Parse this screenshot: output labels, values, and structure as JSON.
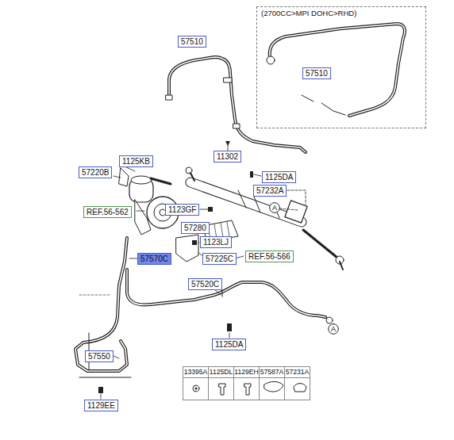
{
  "diagram": {
    "nodes": [
      {
        "text": [
          "(2700CC>MPI DOHC>RHD)"
        ]
      },
      {
        "text": [
          "57510"
        ]
      },
      {
        "text": [
          "57510"
        ],
        "in": 0
      },
      {
        "text": [
          "11302"
        ]
      },
      {
        "text": [
          "1125KB"
        ]
      },
      {
        "text": [
          "57220B"
        ]
      },
      {
        "text": [
          "1125DA"
        ]
      },
      {
        "text": [
          "57232A"
        ]
      },
      {
        "text": [
          "A"
        ]
      },
      {
        "text": [
          "REF.56-562"
        ]
      },
      {
        "text": [
          "1123GF"
        ]
      },
      {
        "text": [
          "57280"
        ]
      },
      {
        "text": [
          "1123LJ"
        ]
      },
      {
        "text": [
          "57570C"
        ]
      },
      {
        "text": [
          "57225C"
        ]
      },
      {
        "text": [
          "REF.56-566"
        ]
      },
      {
        "text": [
          "57520C"
        ]
      },
      {
        "text": [
          "A"
        ]
      },
      {
        "text": [
          "1125DA"
        ]
      },
      {
        "text": [
          "57550"
        ]
      },
      {
        "text": [
          "1129EE"
        ]
      }
    ],
    "labels": [
      "13395A",
      "1125DL",
      "1129EH",
      "57587A",
      "57231A"
    ]
  }
}
